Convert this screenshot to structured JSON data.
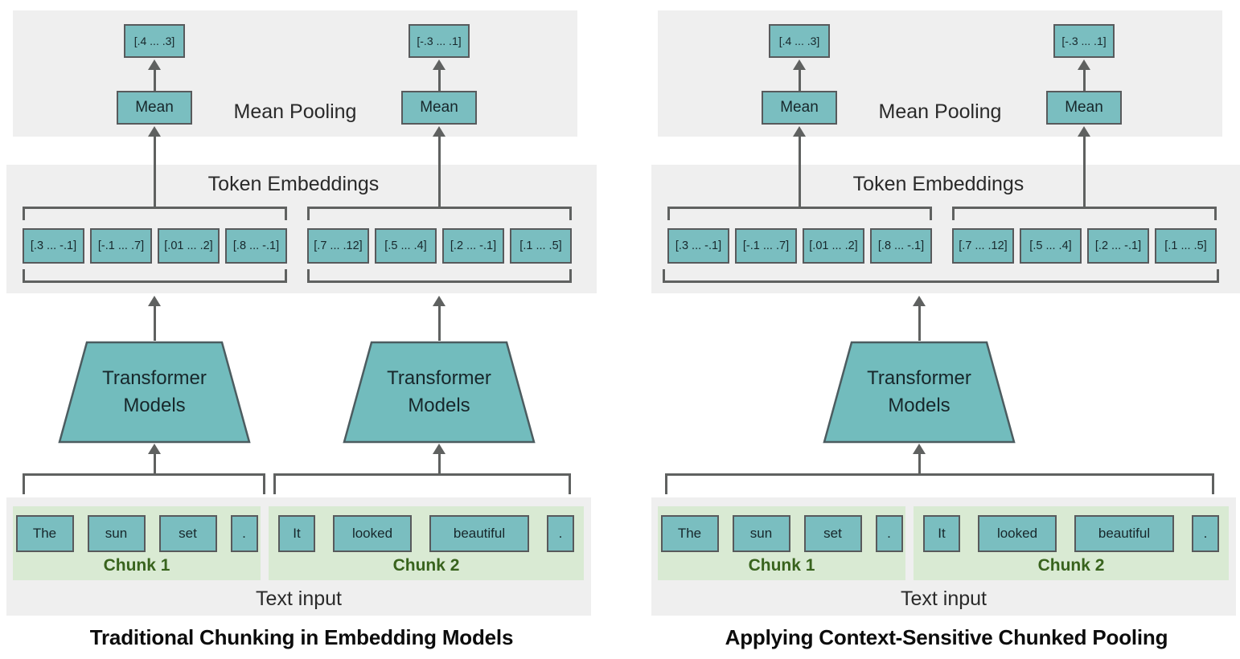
{
  "colors": {
    "panel_bg": "#efefef",
    "node_fill": "#7abec0",
    "node_border": "#585a5c",
    "connector": "#5f6160",
    "chunk_bg": "#d9ead3",
    "chunk_label_green": "#38631d",
    "title_text": "#0c0c0c"
  },
  "shared": {
    "mean_pooling_label": "Mean Pooling",
    "mean_box_label": "Mean",
    "pooled_vectors": [
      "[.4 ... .3]",
      "[-.3 ... .1]"
    ],
    "token_embeddings_label": "Token Embeddings",
    "chunk1_token_vectors": [
      "[.3 ... -.1]",
      "[-.1 ... .7]",
      "[.01 ... .2]",
      "[.8 ... -.1]"
    ],
    "chunk2_token_vectors": [
      "[.7 ... .12]",
      "[.5 ... .4]",
      "[.2 ... -.1]",
      "[.1 ... .5]"
    ],
    "transformer_label_line1": "Transformer",
    "transformer_label_line2": "Models",
    "chunk1_label": "Chunk 1",
    "chunk2_label": "Chunk 2",
    "chunk1_words": [
      "The",
      "sun",
      "set",
      "."
    ],
    "chunk2_words": [
      "It",
      "looked",
      "beautiful",
      "."
    ],
    "text_input_label": "Text input"
  },
  "left_diagram": {
    "title": "Traditional Chunking in Embedding Models"
  },
  "right_diagram": {
    "title": "Applying Context-Sensitive Chunked Pooling"
  }
}
